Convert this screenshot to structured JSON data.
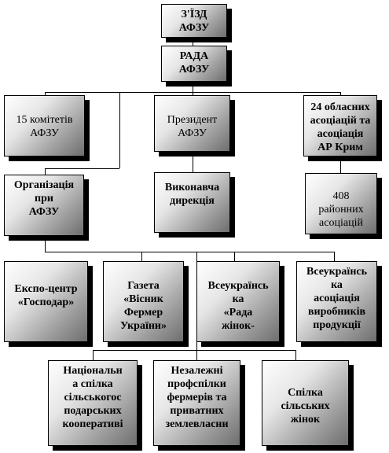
{
  "boxes": {
    "congress": "З'ЇЗД\nАФЗУ",
    "council": "РАДА\nАФЗУ",
    "committees": "15 комітетів\nАФЗУ",
    "president": "Президент\nАФЗУ",
    "oblast_associations": "24 обласних\nасоціацій та\nасоціація\nАР Крим",
    "organizations": "Організація\nпри\nАФЗУ",
    "executive": "Виконавча\nдирекція",
    "district_associations": "408\nрайонних\nасоціацій",
    "expo": "Експо-центр\n«Господар»",
    "newspaper": "Газета\n«Вісник\nФермер\nУкраїни»",
    "women_council": "Всеукраїнсь\nка\n«Рада\nжінок-",
    "producers": "Всеукраїнсь\nка\nасоціація\nвиробників\nпродукції",
    "cooperatives": "Національн\nа спілка\nсільськогос\nподарських\nкооперативі",
    "unions": "Незалежні\nпрофспілки\nфермерів та\nприватних\nземлевласни",
    "rural_women": "Спілка\nсільських\nжінок"
  }
}
